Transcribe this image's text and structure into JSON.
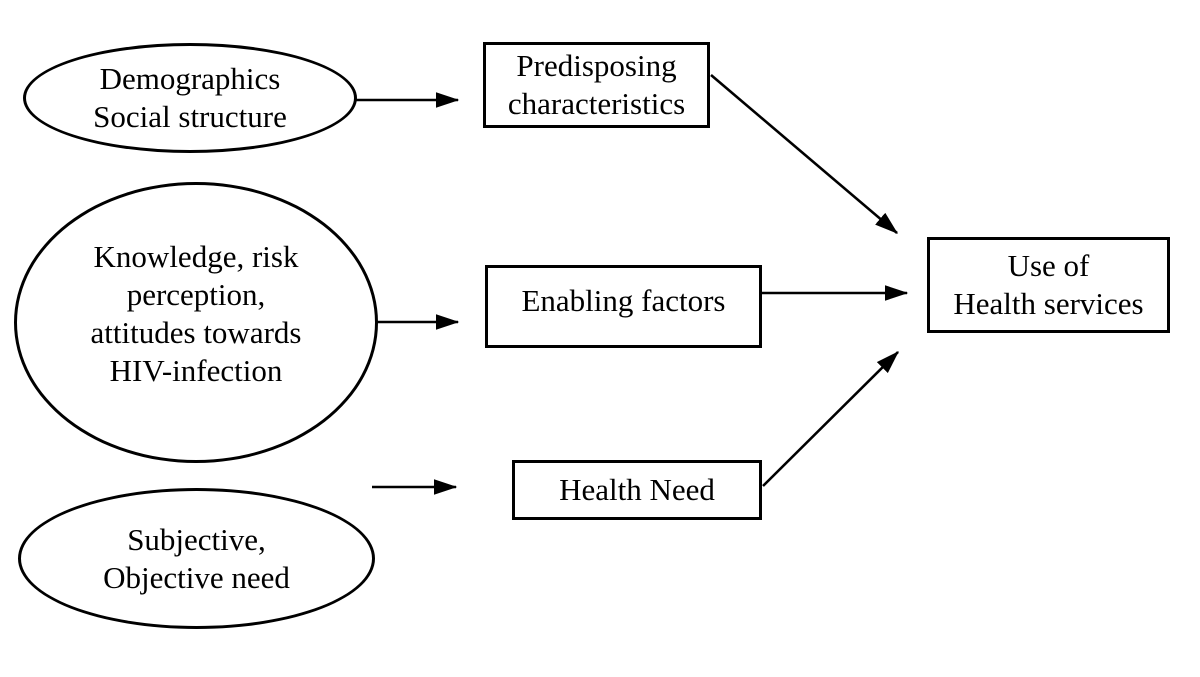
{
  "colors": {
    "background": "#ffffff",
    "stroke": "#000000",
    "text": "#000000"
  },
  "nodes": {
    "demographics": {
      "shape": "ellipse",
      "lines": [
        "Demographics",
        "Social structure"
      ]
    },
    "knowledge": {
      "shape": "ellipse",
      "lines": [
        "Knowledge, risk",
        "perception,",
        "attitudes towards",
        "HIV-infection"
      ]
    },
    "subjective_need": {
      "shape": "ellipse",
      "lines": [
        "Subjective,",
        "Objective need"
      ]
    },
    "predisposing": {
      "shape": "rectangle",
      "lines": [
        "Predisposing",
        "characteristics"
      ]
    },
    "enabling": {
      "shape": "rectangle",
      "lines": [
        "Enabling factors"
      ]
    },
    "health_need": {
      "shape": "rectangle",
      "lines": [
        "Health Need"
      ]
    },
    "use_of_services": {
      "shape": "rectangle",
      "lines": [
        "Use of",
        "Health services"
      ]
    }
  },
  "edges": [
    {
      "from": "demographics",
      "to": "predisposing"
    },
    {
      "from": "knowledge",
      "to": "enabling"
    },
    {
      "from": "subjective_need",
      "to": "health_need"
    },
    {
      "from": "predisposing",
      "to": "use_of_services"
    },
    {
      "from": "enabling",
      "to": "use_of_services"
    },
    {
      "from": "health_need",
      "to": "use_of_services"
    }
  ]
}
